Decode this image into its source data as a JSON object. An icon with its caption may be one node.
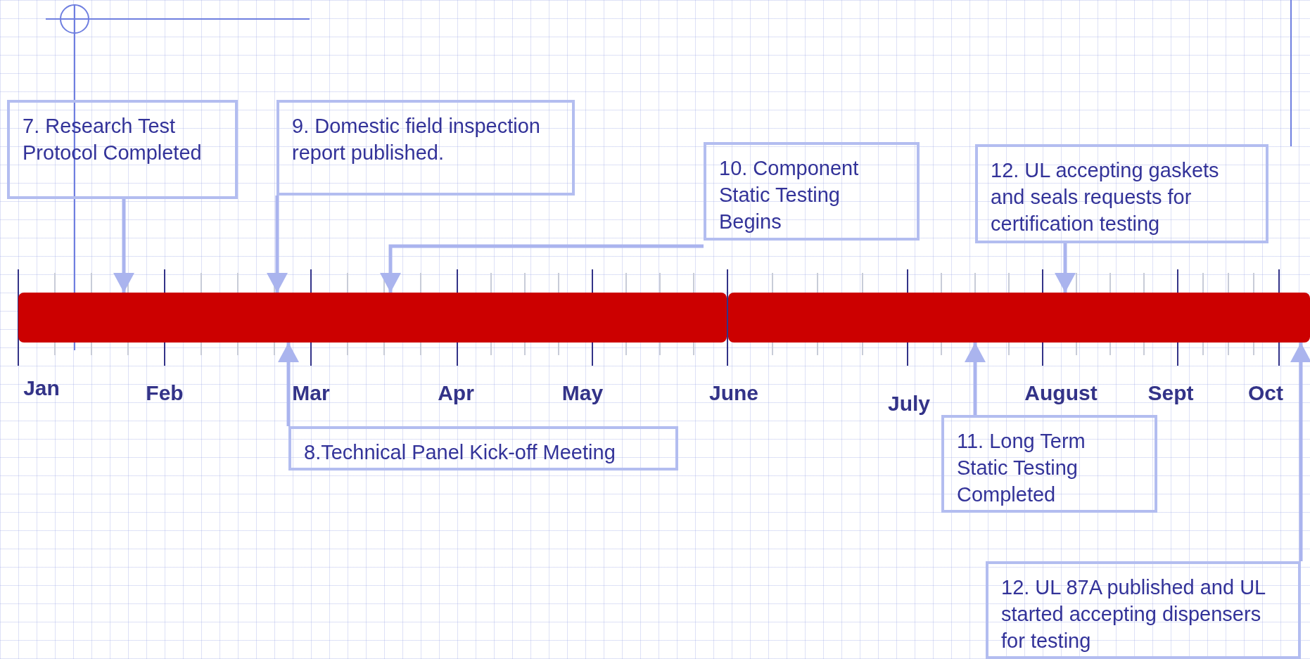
{
  "diagram": {
    "nodes": [
      {
        "text": [
          "7. Research Test Protocol Completed"
        ]
      },
      {
        "text": [
          "9. Domestic field inspection report published."
        ]
      },
      {
        "text": [
          "10. Component Static Testing Begins"
        ]
      },
      {
        "text": [
          "12. UL accepting gaskets and seals requests for certification testing"
        ]
      },
      {
        "text": [],
        "shape": "bar"
      },
      {
        "text": [],
        "shape": "bar"
      },
      {
        "text": [
          "8.Technical Panel Kick-off Meeting"
        ]
      },
      {
        "text": [
          "11. Long Term Static Testing Completed"
        ]
      },
      {
        "text": [
          "12. UL 87A published and UL started accepting dispensers for testing"
        ]
      }
    ],
    "edges": [
      {
        "from": 0,
        "to": 4,
        "arrow": "to"
      },
      {
        "from": 1,
        "to": 4,
        "arrow": "to"
      },
      {
        "from": 2,
        "to": 4,
        "arrow": "to"
      },
      {
        "from": 3,
        "to": 5,
        "arrow": "to"
      },
      {
        "from": 6,
        "to": 4,
        "arrow": "to"
      },
      {
        "from": 7,
        "to": 5,
        "arrow": "to"
      },
      {
        "from": 8,
        "to": 5,
        "arrow": "to"
      }
    ],
    "labels": [
      "Jan",
      "Feb",
      "Mar",
      "Apr",
      "May",
      "June",
      "July",
      "August",
      "Sept",
      "Oct"
    ]
  }
}
